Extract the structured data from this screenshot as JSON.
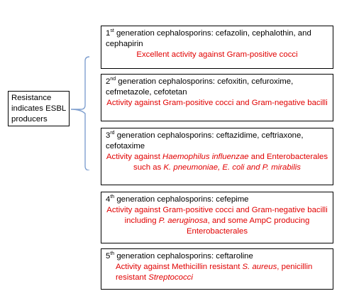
{
  "resistance": {
    "text": "Resistance indicates ESBL producers"
  },
  "boxes": [
    {
      "ordinal": "1",
      "suffix": "st",
      "heading": " generation cephalosporins: cefazolin, cephalothin, and cephapirin",
      "activity": "Excellent activity against Gram-positive cocci"
    },
    {
      "ordinal": "2",
      "suffix": "nd",
      "heading": " generation cephalosporins: cefoxitin, cefuroxime, cefmetazole, cefotetan",
      "activity": "Activity against  Gram-positive cocci and Gram-negative bacilli"
    },
    {
      "ordinal": "3",
      "suffix": "rd",
      "heading": " generation cephalosporins: ceftazidime, ceftriaxone, cefotaxime",
      "activity_parts": [
        "Activity against ",
        "Haemophilus influenzae",
        " and Enterobacterales such as ",
        "K. pneumoniae, E. coli and P. mirabilis"
      ]
    },
    {
      "ordinal": "4",
      "suffix": "th",
      "heading": " generation cephalosporins: cefepime",
      "activity_parts": [
        "Activity against Gram-positive cocci and Gram-negative bacilli including ",
        "P. aeruginosa",
        ", and some AmpC producing Enterobacterales"
      ]
    },
    {
      "ordinal": "5",
      "suffix": "th",
      "heading": " generation cephalosporins: ceftaroline",
      "activity_parts": [
        "Activity against Methicillin resistant ",
        "S. aureus",
        ", penicillin resistant ",
        "Streptococci"
      ]
    }
  ],
  "colors": {
    "activity_text": "#e10000",
    "brace": "#7f9fcf",
    "border": "#000000"
  }
}
